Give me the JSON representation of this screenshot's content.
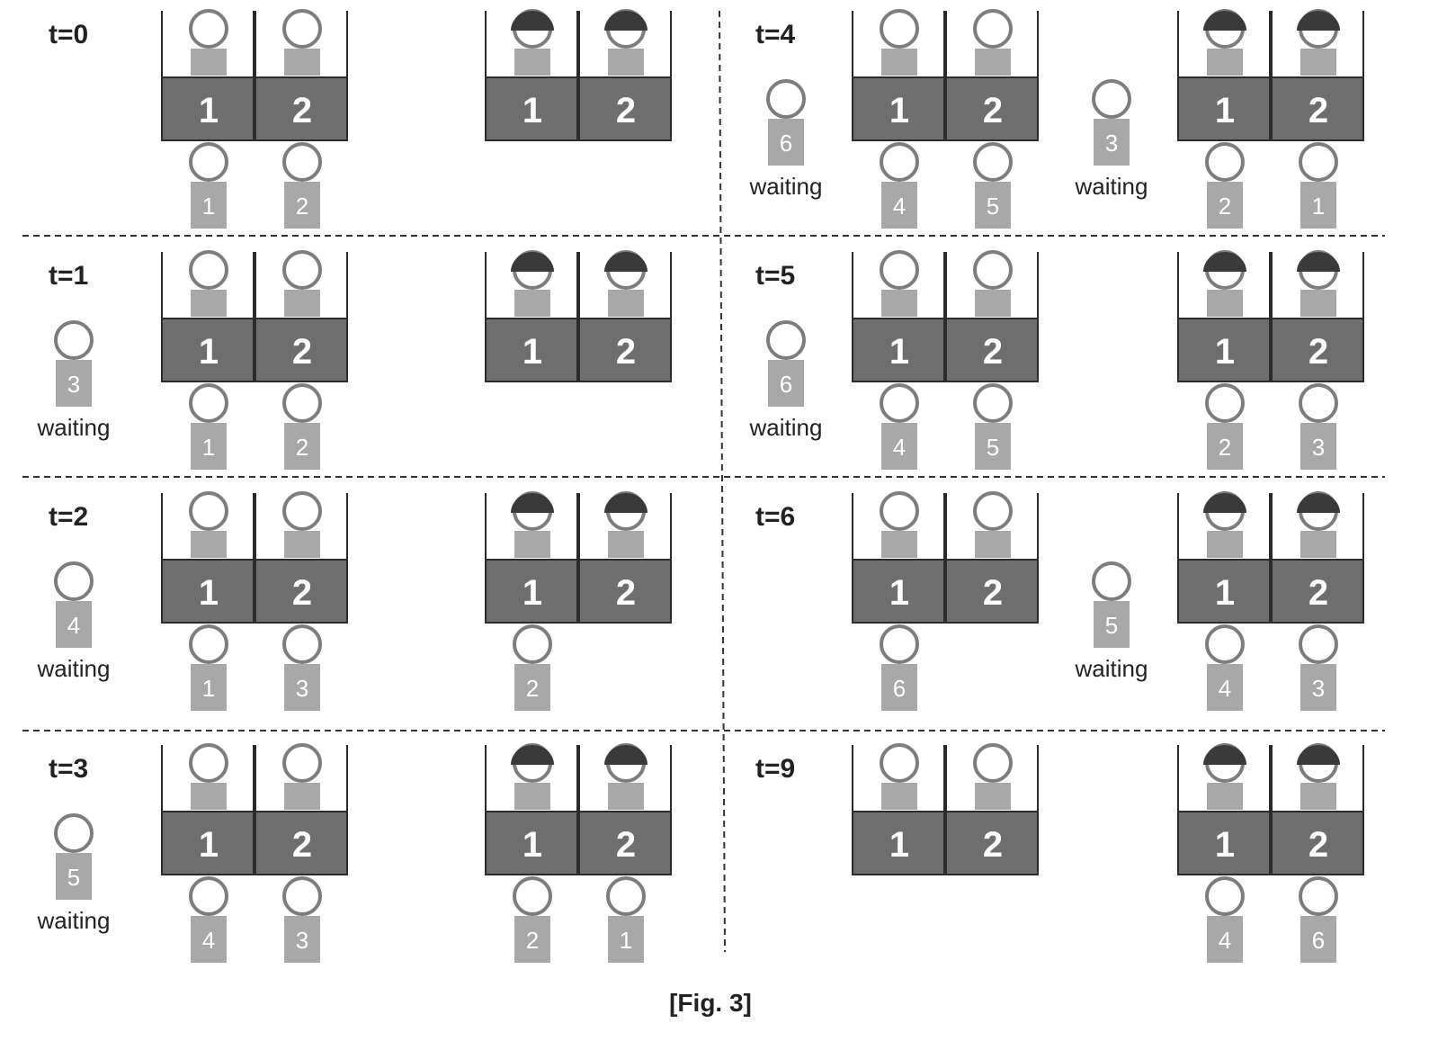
{
  "figure": {
    "caption": "[Fig. 3]"
  },
  "colors": {
    "counter_fill": "#6e6e6e",
    "counter_stroke": "#2b2b2b",
    "body_fill": "#a8a8a8",
    "head_stroke": "#7d7d7d",
    "hat_fill": "#3a3a3a",
    "divider": "#333333",
    "label_text": "#222222"
  },
  "waiting_label": "waiting",
  "panels": [
    {
      "time": "t=0",
      "groups": [
        {
          "servers": [
            {
              "counter": "1",
              "customer": "1"
            },
            {
              "counter": "2",
              "customer": "2"
            }
          ]
        },
        {
          "hat": true,
          "servers": [
            {
              "counter": "1"
            },
            {
              "counter": "2"
            }
          ]
        }
      ]
    },
    {
      "time": "t=1",
      "groups": [
        {
          "waiting": "3",
          "servers": [
            {
              "counter": "1",
              "customer": "1"
            },
            {
              "counter": "2",
              "customer": "2"
            }
          ]
        },
        {
          "hat": true,
          "servers": [
            {
              "counter": "1"
            },
            {
              "counter": "2"
            }
          ]
        }
      ]
    },
    {
      "time": "t=2",
      "groups": [
        {
          "waiting": "4",
          "servers": [
            {
              "counter": "1",
              "customer": "1"
            },
            {
              "counter": "2",
              "customer": "3"
            }
          ]
        },
        {
          "hat": true,
          "servers": [
            {
              "counter": "1",
              "customer": "2"
            },
            {
              "counter": "2"
            }
          ]
        }
      ]
    },
    {
      "time": "t=3",
      "groups": [
        {
          "waiting": "5",
          "servers": [
            {
              "counter": "1",
              "customer": "4"
            },
            {
              "counter": "2",
              "customer": "3"
            }
          ]
        },
        {
          "hat": true,
          "servers": [
            {
              "counter": "1",
              "customer": "2"
            },
            {
              "counter": "2",
              "customer": "1"
            }
          ]
        }
      ]
    },
    {
      "time": "t=4",
      "groups": [
        {
          "waiting": "6",
          "servers": [
            {
              "counter": "1",
              "customer": "4"
            },
            {
              "counter": "2",
              "customer": "5"
            }
          ]
        },
        {
          "hat": true,
          "waiting": "3",
          "servers": [
            {
              "counter": "1",
              "customer": "2"
            },
            {
              "counter": "2",
              "customer": "1"
            }
          ]
        }
      ]
    },
    {
      "time": "t=5",
      "groups": [
        {
          "waiting": "6",
          "servers": [
            {
              "counter": "1",
              "customer": "4"
            },
            {
              "counter": "2",
              "customer": "5"
            }
          ]
        },
        {
          "hat": true,
          "servers": [
            {
              "counter": "1",
              "customer": "2"
            },
            {
              "counter": "2",
              "customer": "3"
            }
          ]
        }
      ]
    },
    {
      "time": "t=6",
      "groups": [
        {
          "servers": [
            {
              "counter": "1",
              "customer": "6"
            },
            {
              "counter": "2"
            }
          ]
        },
        {
          "hat": true,
          "waiting": "5",
          "servers": [
            {
              "counter": "1",
              "customer": "4"
            },
            {
              "counter": "2",
              "customer": "3"
            }
          ]
        }
      ]
    },
    {
      "time": "t=9",
      "groups": [
        {
          "servers": [
            {
              "counter": "1"
            },
            {
              "counter": "2"
            }
          ]
        },
        {
          "hat": true,
          "servers": [
            {
              "counter": "1",
              "customer": "4"
            },
            {
              "counter": "2",
              "customer": "6"
            }
          ]
        }
      ]
    }
  ]
}
